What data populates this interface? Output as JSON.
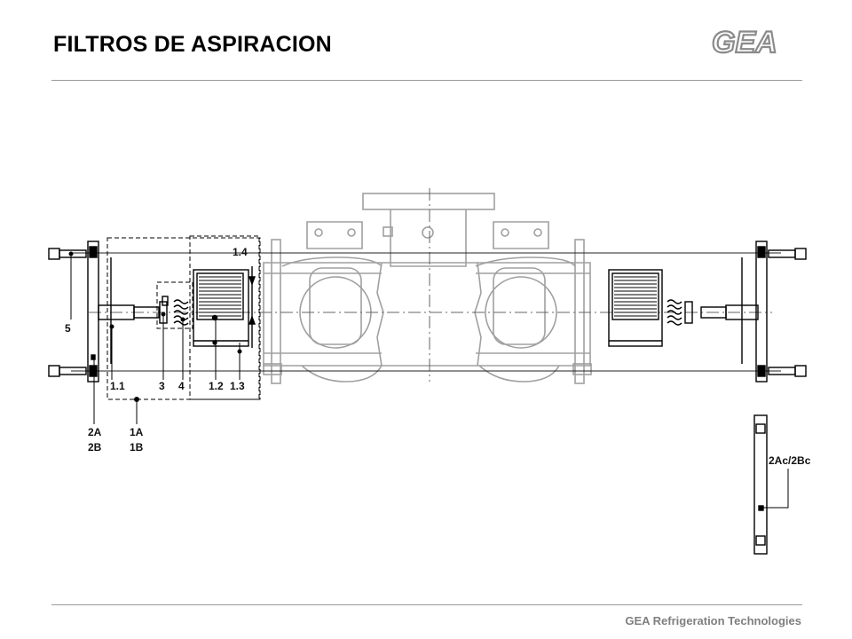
{
  "header": {
    "title": "FILTROS DE ASPIRACION",
    "logo_text": "GEA"
  },
  "footer": {
    "text": "GEA Refrigeration  Technologies"
  },
  "diagram": {
    "labels": {
      "l11": "1.1",
      "l3": "3",
      "l4": "4",
      "l12": "1.2",
      "l13": "1.3",
      "l14": "1.4",
      "l5": "5",
      "l2a": "2A",
      "l2b": "2B",
      "l1a": "1A",
      "l1b": "1B",
      "l2ac": "2Ac/2Bc"
    }
  },
  "colors": {
    "rule": "#9a9a9a",
    "footer": "#7f7f7f",
    "background_part": "#a0a0a0",
    "line": "#000000",
    "logo": "#8a8a8a"
  }
}
